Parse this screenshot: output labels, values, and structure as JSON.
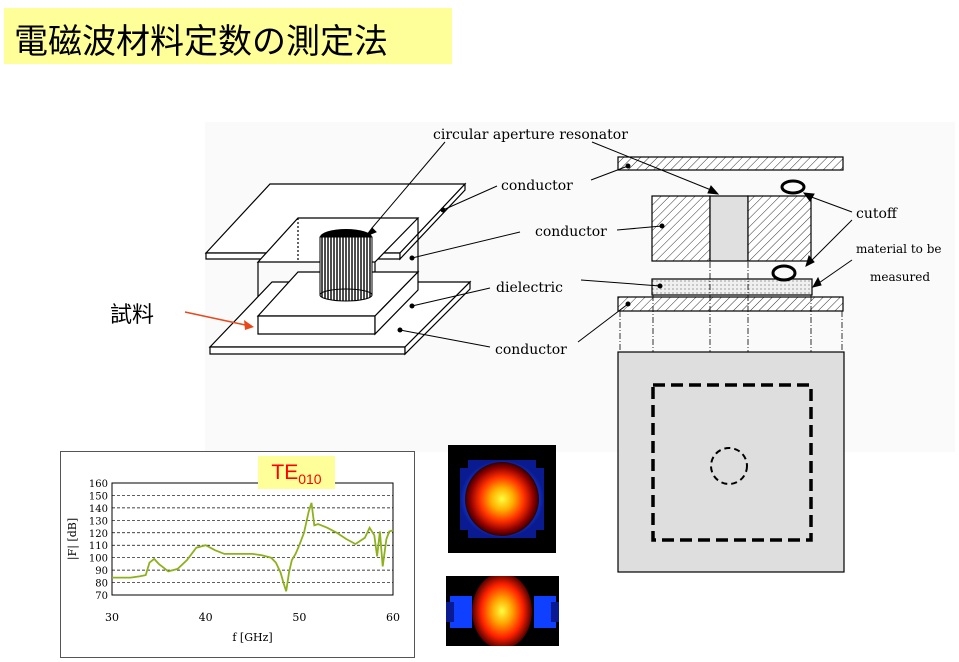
{
  "title": "電磁波材料定数の測定法",
  "sample_label": "試料",
  "diagram": {
    "resonator_label": "circular aperture resonator",
    "conductor_label": "conductor",
    "dielectric_label": "dielectric",
    "cutoff_label": "cutoff",
    "material_label_line1": "material to be",
    "material_label_line2": "measured"
  },
  "te_badge": {
    "main": "TE",
    "sub": "010"
  },
  "chart_data": {
    "type": "line",
    "xlabel": "f [GHz]",
    "ylabel": "|F| [dB]",
    "xlim": [
      30,
      60
    ],
    "ylim": [
      70,
      160
    ],
    "xticks": [
      30,
      40,
      50,
      60
    ],
    "yticks": [
      70,
      80,
      90,
      100,
      110,
      120,
      130,
      140,
      150,
      160
    ],
    "grid": "horizontal-dashed",
    "color": "#8db11c",
    "series": [
      {
        "x": [
          30,
          31,
          32,
          33,
          33.6,
          34,
          34.5,
          35,
          35.5,
          36,
          37,
          38,
          39,
          40,
          41,
          42,
          43,
          44,
          45,
          46,
          47,
          47.5,
          48,
          48.3,
          48.6,
          48.9,
          49.2,
          49.6,
          50,
          50.5,
          51,
          51.3,
          51.6,
          52,
          53,
          54,
          55,
          56,
          57,
          57.5,
          58,
          58.3,
          58.6,
          58.9,
          59.3,
          59.6,
          60
        ],
        "y": [
          84,
          84,
          84,
          85,
          86,
          96,
          99,
          95,
          92,
          89,
          91,
          98,
          108,
          110,
          106,
          103,
          103,
          103,
          103,
          102,
          100,
          96,
          88,
          80,
          73,
          88,
          98,
          103,
          110,
          120,
          137,
          144,
          126,
          127,
          124,
          120,
          115,
          111,
          116,
          124,
          118,
          101,
          121,
          93,
          115,
          121,
          122
        ]
      }
    ]
  },
  "colors": {
    "badge_bg": "#ffff99",
    "badge_text": "#ff0000",
    "line": "#8db11c",
    "arrow_red": "#e8481a"
  }
}
